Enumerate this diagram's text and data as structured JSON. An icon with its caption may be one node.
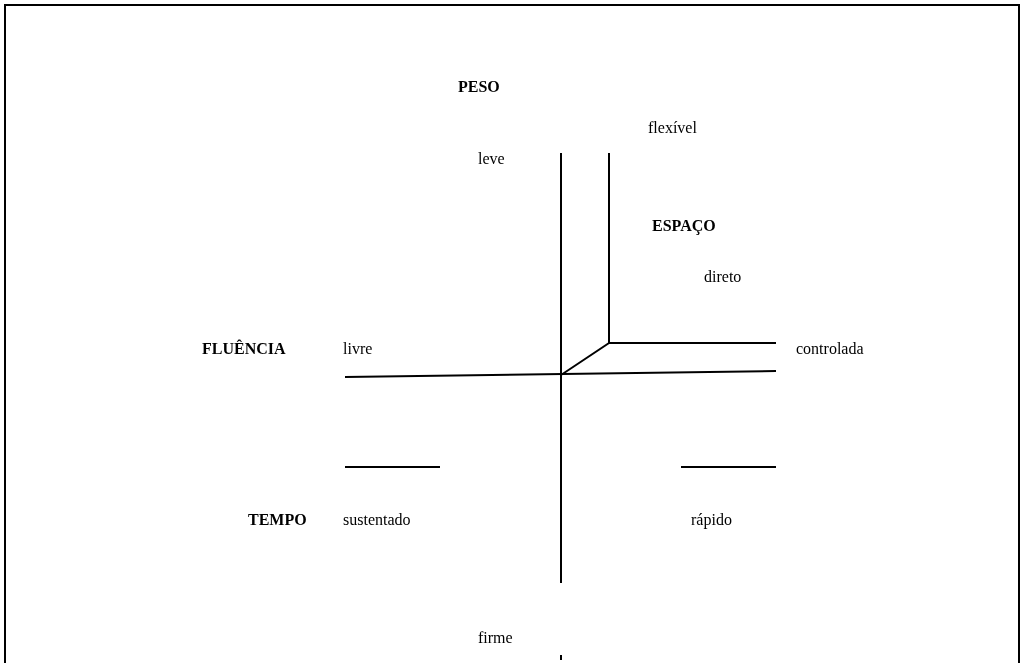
{
  "diagram": {
    "labels": [
      "PESO",
      "flexível",
      "leve",
      "ESPAÇO",
      "direto",
      "FLUÊNCIA",
      "livre",
      "controlada",
      "TEMPO",
      "sustentado",
      "rápido",
      "firme"
    ]
  }
}
